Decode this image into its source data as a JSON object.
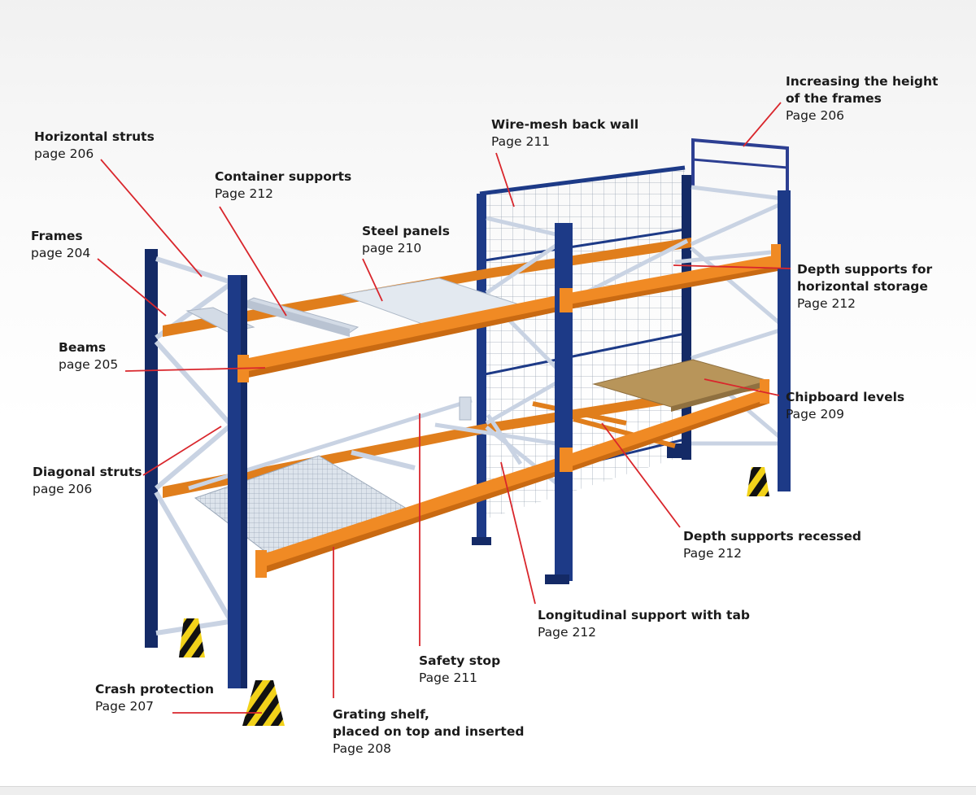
{
  "callouts": [
    {
      "id": "horizontal-struts",
      "title": "Horizontal struts",
      "page": "page 206"
    },
    {
      "id": "container-supports",
      "title": "Container supports",
      "page": "Page 212"
    },
    {
      "id": "frames",
      "title": "Frames",
      "page": "page 204"
    },
    {
      "id": "steel-panels",
      "title": "Steel panels",
      "page": "page 210"
    },
    {
      "id": "wire-mesh",
      "title": "Wire-mesh back wall",
      "page": "Page 211"
    },
    {
      "id": "increasing-height",
      "title": "Increasing the height",
      "title2": "of the frames",
      "page": "Page 206"
    },
    {
      "id": "depth-supports-horizontal",
      "title": "Depth supports for",
      "title2": "horizontal storage",
      "page": "Page 212"
    },
    {
      "id": "beams",
      "title": "Beams",
      "page": "page 205"
    },
    {
      "id": "chipboard",
      "title": "Chipboard levels",
      "page": "Page 209"
    },
    {
      "id": "diagonal-struts",
      "title": "Diagonal struts",
      "page": "page 206"
    },
    {
      "id": "depth-supports-recessed",
      "title": "Depth supports recessed",
      "page": "Page 212"
    },
    {
      "id": "longitudinal-support",
      "title": "Longitudinal support with tab",
      "page": "Page 212"
    },
    {
      "id": "safety-stop",
      "title": "Safety stop",
      "page": "Page 211"
    },
    {
      "id": "crash-protection",
      "title": "Crash protection",
      "page": "Page 207"
    },
    {
      "id": "grating-shelf",
      "title": "Grating shelf,",
      "title2": "placed on top and inserted",
      "page": "Page 208"
    }
  ],
  "colors": {
    "upright": "#1d3a87",
    "upright_dark": "#142a66",
    "beam": "#f08a24",
    "beam_dark": "#c96a12",
    "strut": "#c9d3e3",
    "leader": "#d9262c",
    "panel": "#dfe6ee",
    "chipboard": "#b8955a",
    "caution_yellow": "#f2d21a"
  }
}
